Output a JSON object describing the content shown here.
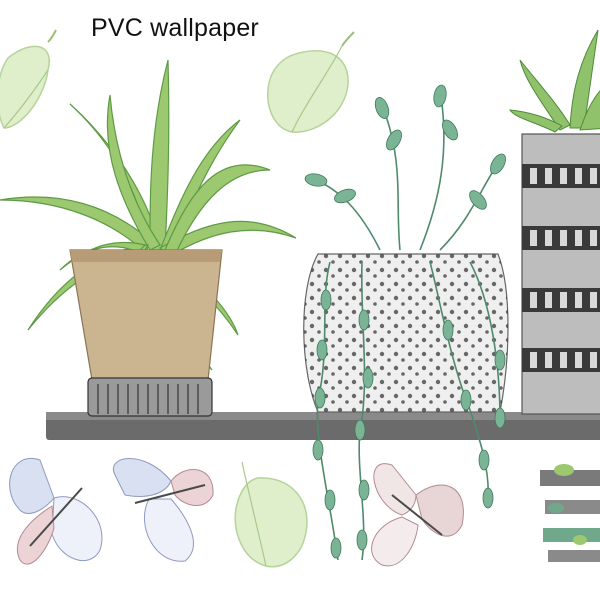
{
  "header": {
    "title": "PVC wallpaper"
  },
  "colors": {
    "leaf_light": "#cfe6b4",
    "leaf_mid": "#8fc26a",
    "leaf_dark": "#5e9a46",
    "vine_green": "#6fa88a",
    "pot_tan": "#c9b08d",
    "pot_gray": "#bdbdbd",
    "stripe_dark": "#3a3a3a",
    "shelf_gray": "#6e6e6e",
    "butterfly_blue": "#c9d3ec",
    "butterfly_pink": "#e8c9cc"
  },
  "scene": {
    "items": [
      "spider-plant-pot",
      "hanging-vine-pot",
      "striped-succulent-pot",
      "wooden-shelf",
      "floating-leaves",
      "butterflies",
      "preview-thumbnails"
    ]
  }
}
